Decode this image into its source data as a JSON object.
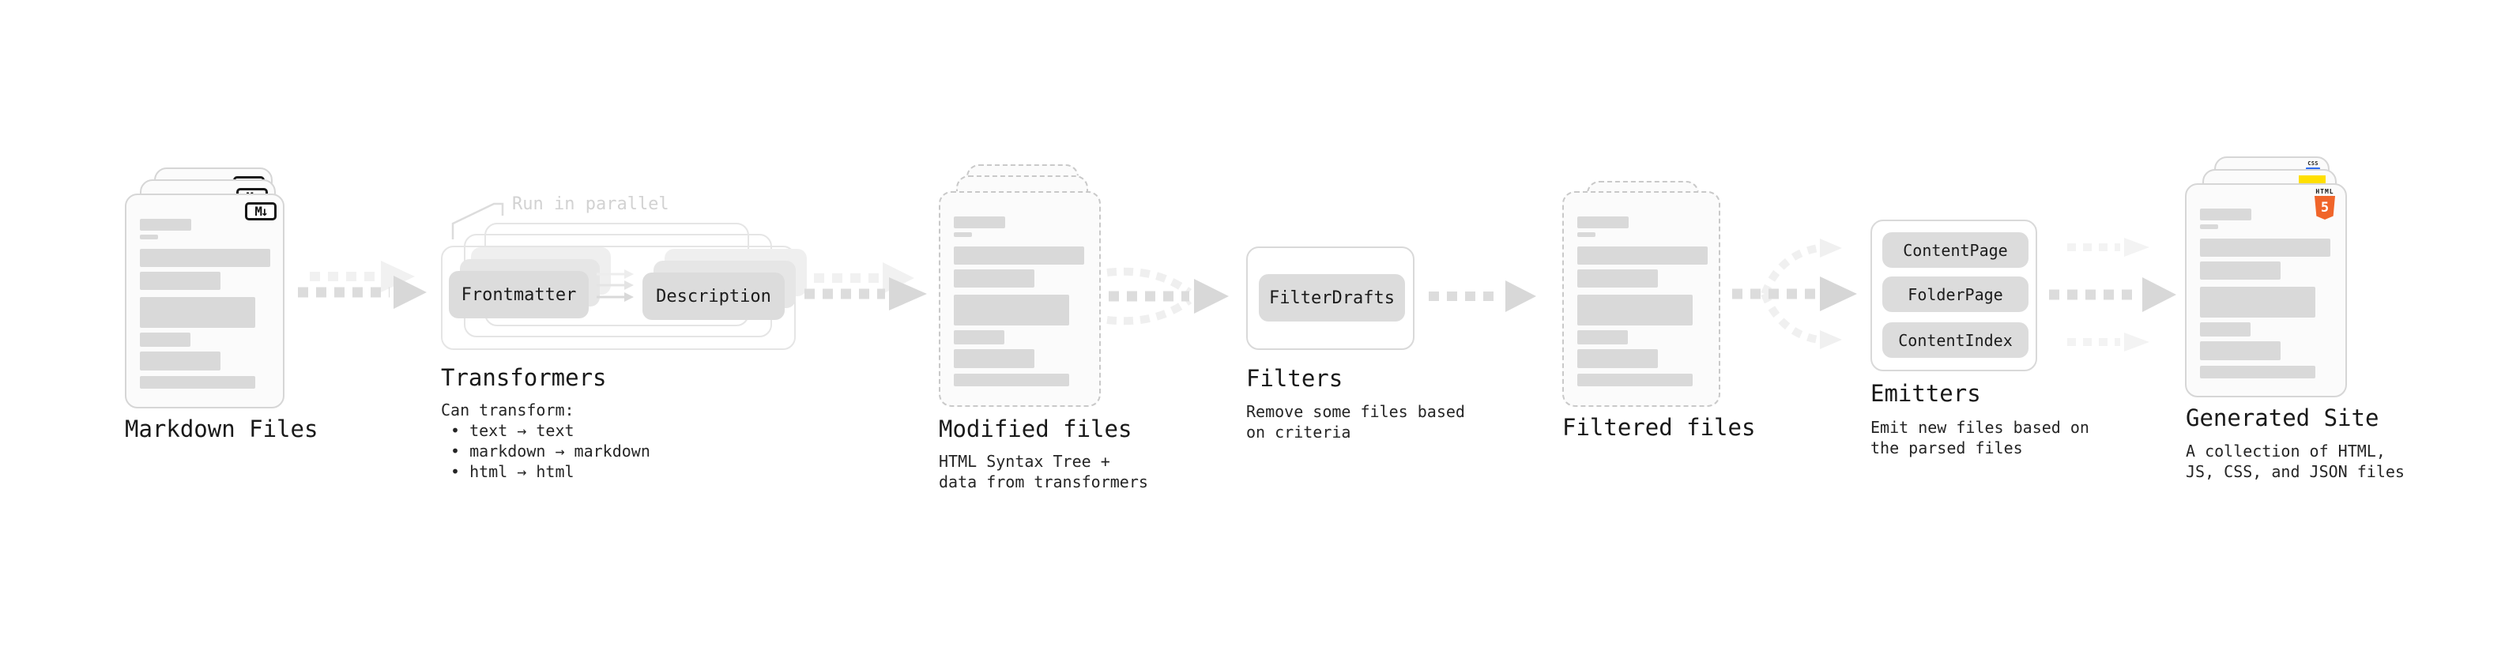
{
  "diagram": {
    "markdown_files": {
      "heading": "Markdown Files",
      "badge": "M↓"
    },
    "transformers": {
      "heading": "Transformers",
      "callout": "Run in parallel",
      "node_left": "Frontmatter",
      "node_right": "Description",
      "desc_title": "Can transform:",
      "bullets": [
        "• text → text",
        "• markdown → markdown",
        "• html → html"
      ]
    },
    "modified_files": {
      "heading": "Modified files",
      "desc": [
        "HTML Syntax Tree +",
        "data from transformers"
      ]
    },
    "filters": {
      "heading": "Filters",
      "node": "FilterDrafts",
      "desc": [
        "Remove some files based",
        "on criteria"
      ]
    },
    "filtered_files": {
      "heading": "Filtered files"
    },
    "emitters": {
      "heading": "Emitters",
      "nodes": [
        "ContentPage",
        "FolderPage",
        "ContentIndex"
      ],
      "desc": [
        "Emit new files based on",
        "the parsed files"
      ]
    },
    "generated_site": {
      "heading": "Generated Site",
      "desc": [
        "A collection of HTML,",
        "JS, CSS, and JSON files"
      ],
      "badges": {
        "html_label": "HTML",
        "html_number": "5",
        "css_label": "CSS"
      }
    }
  },
  "colors": {
    "html5_orange": "#f0652a",
    "js_yellow": "#ffdf00",
    "css_blue": "#2e6bf0",
    "node_gray": "#dcdcdc",
    "bar_gray": "#d9d9d9",
    "dash_gray": "#dcdcdc"
  }
}
